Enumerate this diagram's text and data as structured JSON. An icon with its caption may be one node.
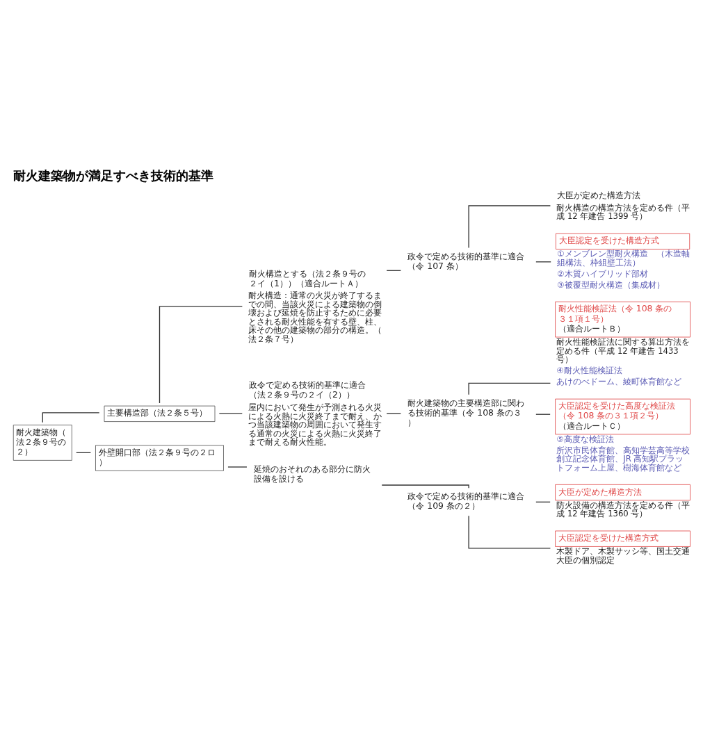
{
  "diagram": {
    "title": "耐火建築物が満足すべき技術的基準",
    "nodes": [
      {
        "text": [
          "耐火建築物（法２条９号の２）"
        ]
      },
      {
        "text": [
          "主要構造部（法２条５号）"
        ]
      },
      {
        "text": [
          "耐火構造とする（法２条９号の２イ（1））（適合ルートＡ）"
        ],
        "beside": [
          "耐火構造：通常の火災が終了するまでの間、当該火災による建築物の倒壊および延焼を防止するために必要とされる耐火性能を有する壁、柱、床その他の建築物の部分の構造。（法２条７号）"
        ]
      },
      {
        "text": [
          "政令で定める技術的基準に適合（令 107 条）"
        ]
      },
      {
        "text": [
          "大臣が定めた構造方法"
        ],
        "beside": [
          "耐火構造の構造方法を定める件（平成 12 年建告 1399 号）"
        ]
      },
      {
        "text": [
          "大臣認定を受けた構造方式"
        ],
        "beside": [
          "①メンブレン型耐火構造　（木造軸組構法、枠組壁工法）",
          "②木質ハイブリッド部材",
          "③被覆型耐火構造（集成材）"
        ]
      },
      {
        "text": [
          "政令で定める技術的基準に適合（法２条９号の２イ（2））"
        ],
        "beside": [
          "屋内において発生が予測される火災による火熱に火災終了まで耐え、かつ当該建築物の周囲において発生する通常の火災による火熱に火災終了まで耐える耐火性能。"
        ]
      },
      {
        "text": [
          "耐火建築物の主要構造部に関わる技術的基準（令 108 条の３）"
        ]
      },
      {
        "text": [
          "耐火性能検証法（令 108 条の３１項１号）",
          "（適合ルートＢ）"
        ],
        "beside": [
          "耐火性能検証法に関する算出方法を定める件（平成 12 年建告 1433 号）",
          "④耐火性能検証法",
          "あけのべドーム、綾町体育館など"
        ]
      },
      {
        "text": [
          "大臣認定を受けた高度な検証法（令 108 条の３１項２号）",
          "（適合ルートＣ）"
        ],
        "beside": [
          "⑤高度な検証法",
          "所沢市民体育館、高知学芸高等学校創立記念体育館、JR 高知駅プラットフォーム上屋、樹海体育館など"
        ]
      },
      {
        "text": [
          "外壁開口部（法２条９号の２ロ）"
        ]
      },
      {
        "text": [
          "延焼のおそれのある部分に防火設備を設ける"
        ]
      },
      {
        "text": [
          "政令で定める技術的基準に適合（令 109 条の２）"
        ]
      },
      {
        "text": [
          "大臣が定めた構造方法"
        ],
        "beside": [
          "防火設備の構造方法を定める件（平成 12 年建告 1360 号）"
        ]
      },
      {
        "text": [
          "大臣認定を受けた構造方式"
        ],
        "beside": [
          "木製ドア、木製サッシ等、国土交通大臣の個別認定"
        ]
      }
    ],
    "edges": [
      {
        "from": 0,
        "to": 1,
        "arrow": "none"
      },
      {
        "from": 0,
        "to": 10,
        "arrow": "none"
      },
      {
        "from": 1,
        "to": 2,
        "arrow": "none"
      },
      {
        "from": 1,
        "to": 6,
        "arrow": "none"
      },
      {
        "from": 2,
        "to": 3,
        "arrow": "none"
      },
      {
        "from": 3,
        "to": 4,
        "arrow": "none"
      },
      {
        "from": 3,
        "to": 5,
        "arrow": "none"
      },
      {
        "from": 6,
        "to": 7,
        "arrow": "none"
      },
      {
        "from": 7,
        "to": 8,
        "arrow": "none"
      },
      {
        "from": 7,
        "to": 9,
        "arrow": "none"
      },
      {
        "from": 10,
        "to": 11,
        "arrow": "none"
      },
      {
        "from": 11,
        "to": 12,
        "arrow": "none"
      },
      {
        "from": 12,
        "to": 13,
        "arrow": "none"
      },
      {
        "from": 12,
        "to": 14,
        "arrow": "none"
      }
    ]
  }
}
